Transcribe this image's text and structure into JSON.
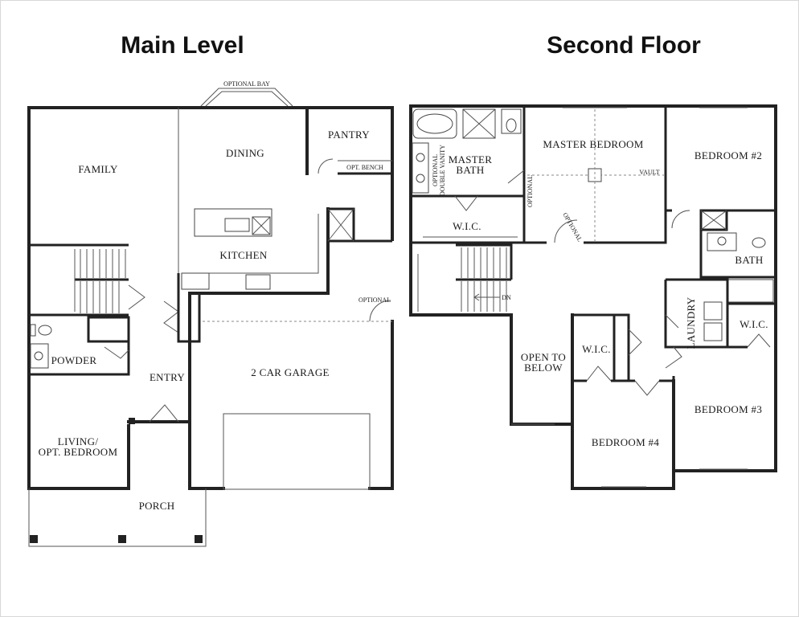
{
  "headings": {
    "main_level": "Main Level",
    "second_floor": "Second Floor"
  },
  "main_level": {
    "optional_bay": "OPTIONAL BAY",
    "family": "FAMILY",
    "dining": "DINING",
    "pantry": "PANTRY",
    "opt_bench": "OPT. BENCH",
    "kitchen": "KITCHEN",
    "optional": "OPTIONAL",
    "powder": "POWDER",
    "entry": "ENTRY",
    "garage": "2 CAR GARAGE",
    "living_line1": "LIVING/",
    "living_line2": "OPT. BEDROOM",
    "porch": "PORCH"
  },
  "second_floor": {
    "master_bedroom": "MASTER BEDROOM",
    "bedroom2": "BEDROOM #2",
    "master_bath_line1": "MASTER",
    "master_bath_line2": "BATH",
    "optional_double_vanity_line1": "OPTIONAL",
    "optional_double_vanity_line2": "DOUBLE VANITY",
    "optional_left": "OPTIONAL",
    "optional_door": "OPTIONAL",
    "vault": "VAULT",
    "wic_master": "W.I.C.",
    "bath": "BATH",
    "dn": "DN",
    "laundry": "LAUNDRY",
    "wic_right": "W.I.C.",
    "open_to_below_line1": "OPEN TO",
    "open_to_below_line2": "BELOW",
    "wic_mid": "W.I.C.",
    "bedroom3": "BEDROOM #3",
    "bedroom4": "BEDROOM #4"
  }
}
